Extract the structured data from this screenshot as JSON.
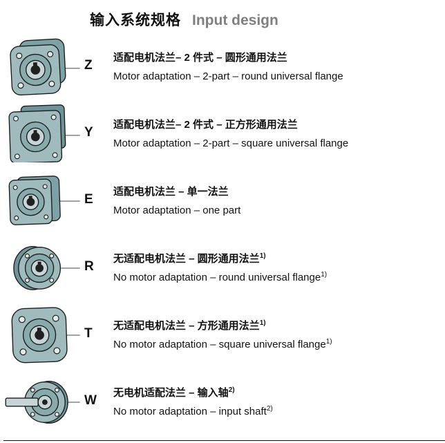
{
  "header": {
    "title_zh": "输入系统规格",
    "title_en": "Input design"
  },
  "rows": [
    {
      "code": "Z",
      "zh": "适配电机法兰– 2 件式 – 圆形通用法兰",
      "zh_sup": "",
      "en": "Motor adaptation – 2-part – round universal flange",
      "en_sup": "",
      "icon": "motor-adaptation-2part-round-flange"
    },
    {
      "code": "Y",
      "zh": "适配电机法兰– 2 件式 – 正方形通用法兰",
      "zh_sup": "",
      "en": "Motor adaptation – 2-part – square universal flange",
      "en_sup": "",
      "icon": "motor-adaptation-2part-square-flange"
    },
    {
      "code": "E",
      "zh": "适配电机法兰 – 单一法兰",
      "zh_sup": "",
      "en": "Motor adaptation – one part",
      "en_sup": "",
      "icon": "motor-adaptation-one-part-flange"
    },
    {
      "code": "R",
      "zh": "无适配电机法兰 – 圆形通用法兰",
      "zh_sup": "1)",
      "en": "No motor adaptation – round universal flange",
      "en_sup": "1)",
      "icon": "round-universal-flange"
    },
    {
      "code": "T",
      "zh": "无适配电机法兰 – 方形通用法兰",
      "zh_sup": "1)",
      "en": "No motor adaptation – square universal flange",
      "en_sup": "1)",
      "icon": "square-universal-flange"
    },
    {
      "code": "W",
      "zh": "无电机适配法兰 – 输入轴",
      "zh_sup": "2)",
      "en": "No motor adaptation – input shaft",
      "en_sup": "2)",
      "icon": "input-shaft-flange"
    }
  ],
  "colors": {
    "illustration_teal_light": "#9FBBBD",
    "illustration_teal_mid": "#87AAAD",
    "illustration_teal_dark": "#6D9498",
    "illustration_ring": "#C6D5D6",
    "title_gray": "#7f7f7f"
  }
}
